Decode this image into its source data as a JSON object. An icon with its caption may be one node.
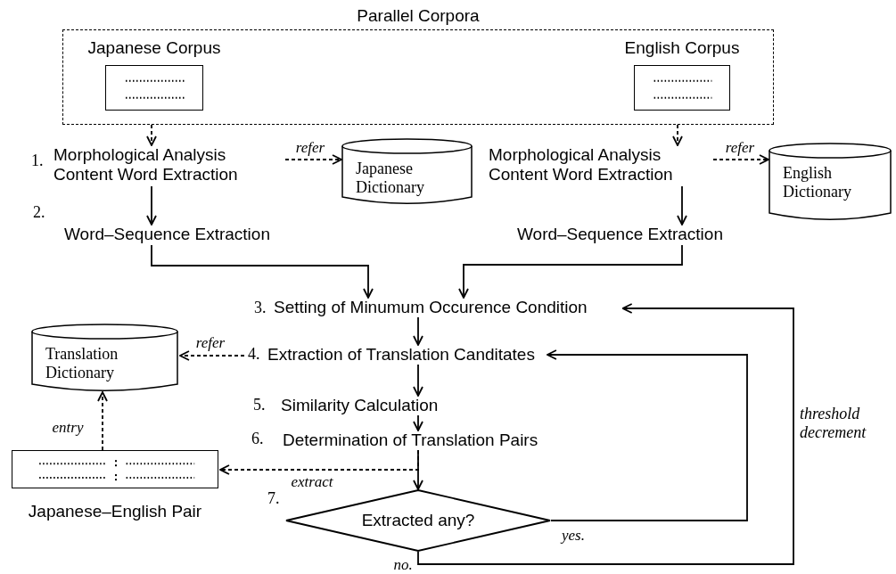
{
  "diagram": {
    "nodes": [
      {
        "text": [
          "Parallel Corpora"
        ]
      },
      {
        "text": [
          "Japanese Corpus"
        ],
        "in": 0
      },
      {
        "text": [
          "English Corpus"
        ],
        "in": 0
      },
      {
        "text": [
          "Morphological Analysis Content Word Extraction"
        ],
        "beside": [
          "1."
        ]
      },
      {
        "text": [
          "Japanese Dictionary"
        ]
      },
      {
        "text": [
          "Morphological Analysis Content Word Extraction"
        ]
      },
      {
        "text": [
          "English Dictionary"
        ]
      },
      {
        "text": [
          "Word–Sequence Extraction"
        ],
        "beside": [
          "2."
        ]
      },
      {
        "text": [
          "Word–Sequence Extraction"
        ]
      },
      {
        "text": [
          "Setting of Minumum Occurence Condition"
        ],
        "beside": [
          "3."
        ]
      },
      {
        "text": [
          "Translation Dictionary"
        ]
      },
      {
        "text": [
          "Extraction of Translation Canditates"
        ],
        "beside": [
          "4."
        ]
      },
      {
        "text": [
          "Similarity Calculation"
        ],
        "beside": [
          "5."
        ]
      },
      {
        "text": [
          "Determination of Translation Pairs"
        ],
        "beside": [
          "6."
        ]
      },
      {
        "text": [
          "Japanese–English Pair"
        ]
      },
      {
        "text": [
          "Extracted any?"
        ],
        "beside": [
          "7."
        ]
      }
    ],
    "edges": [
      {
        "from": 0,
        "to": 3,
        "arrow": "to",
        "style": "dashed"
      },
      {
        "from": 0,
        "to": 5,
        "arrow": "to",
        "style": "dashed"
      },
      {
        "from": 3,
        "to": 4,
        "arrow": "to",
        "style": "dashed",
        "label": "refer"
      },
      {
        "from": 5,
        "to": 6,
        "arrow": "to",
        "style": "dashed",
        "label": "refer"
      },
      {
        "from": 3,
        "to": 7,
        "arrow": "to"
      },
      {
        "from": 5,
        "to": 8,
        "arrow": "to"
      },
      {
        "from": 7,
        "to": 9,
        "arrow": "to"
      },
      {
        "from": 8,
        "to": 9,
        "arrow": "to"
      },
      {
        "from": 9,
        "to": 11,
        "arrow": "to"
      },
      {
        "from": 11,
        "to": 10,
        "arrow": "to",
        "style": "dashed",
        "label": "refer"
      },
      {
        "from": 11,
        "to": 12,
        "arrow": "to"
      },
      {
        "from": 12,
        "to": 13,
        "arrow": "to"
      },
      {
        "from": 13,
        "to": 15,
        "arrow": "to"
      },
      {
        "from": 13,
        "to": 14,
        "arrow": "to",
        "style": "dashed",
        "label": "extract"
      },
      {
        "from": 14,
        "to": 10,
        "arrow": "to",
        "style": "dashed",
        "label": "entry"
      },
      {
        "from": 15,
        "to": 11,
        "arrow": "to",
        "label": "yes."
      },
      {
        "from": 15,
        "to": 9,
        "arrow": "to",
        "label": "no."
      }
    ],
    "labels": [
      "threshold decrement"
    ]
  }
}
